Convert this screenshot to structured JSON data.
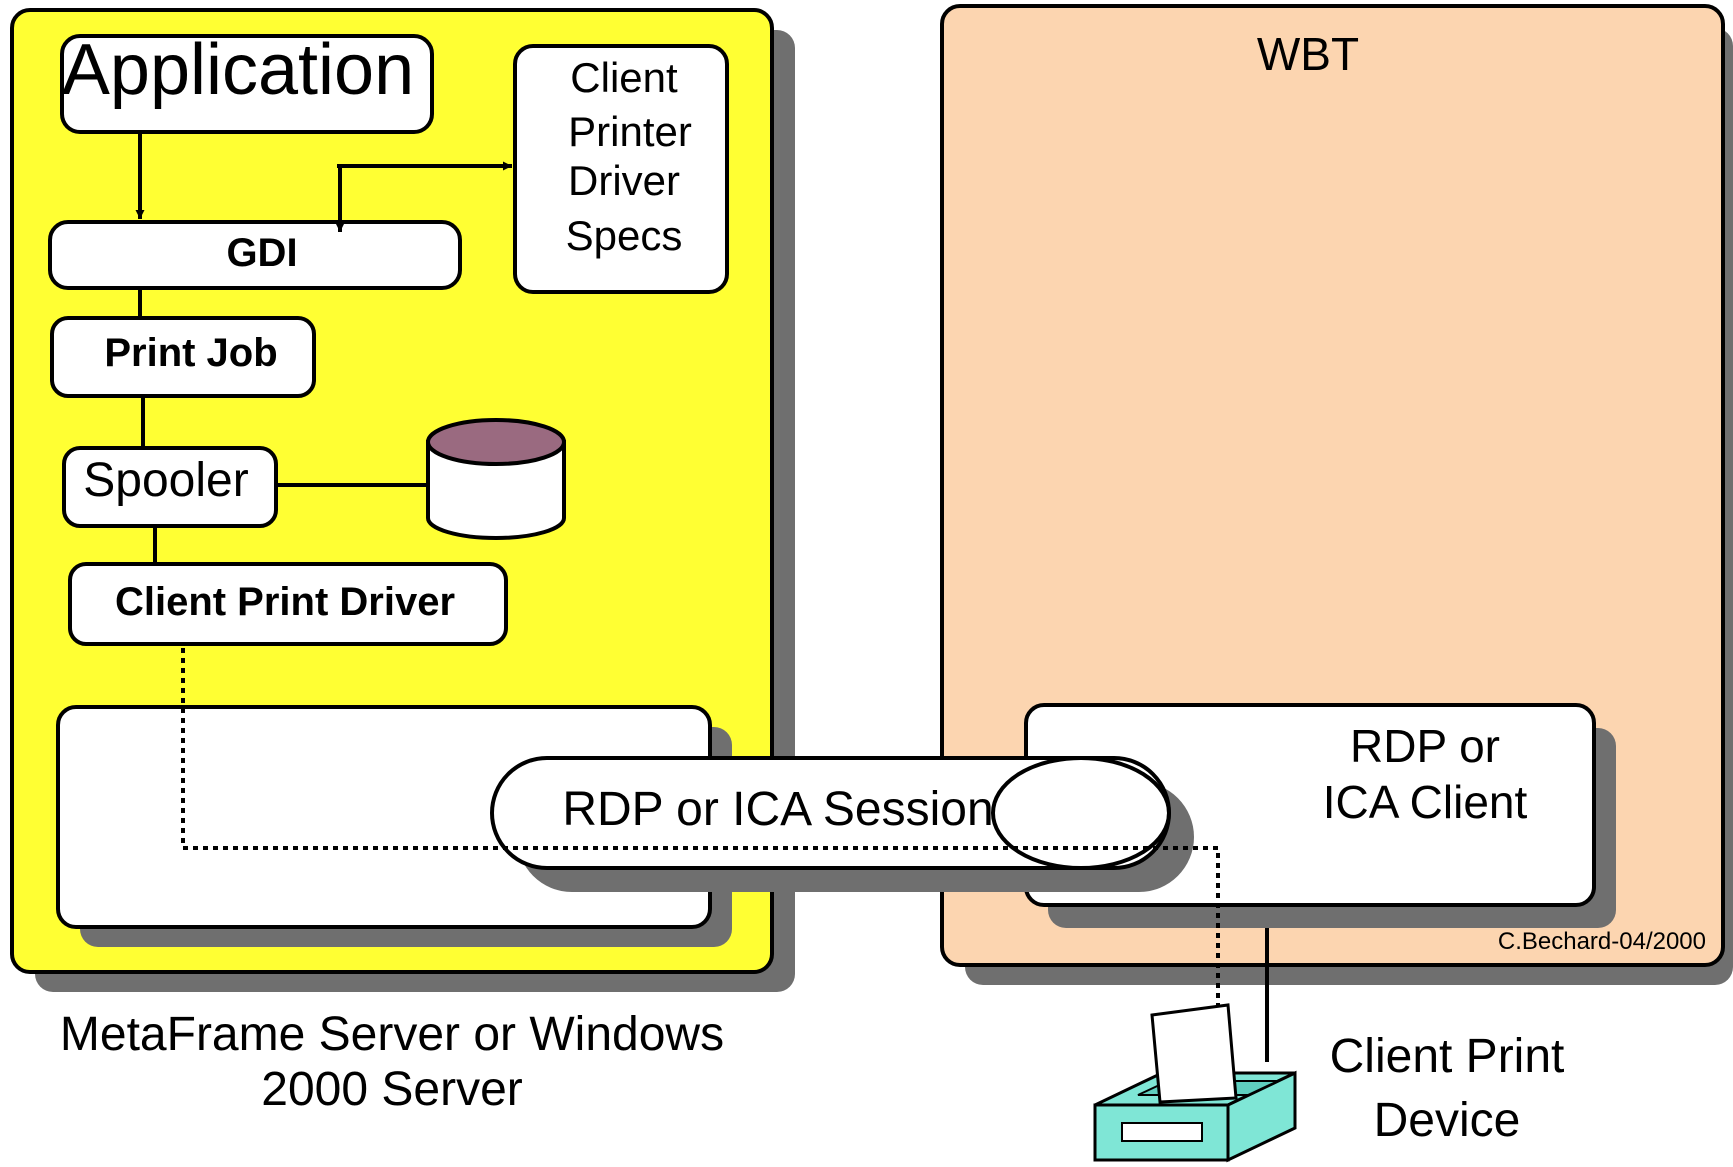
{
  "server_panel": {
    "caption_line1": "MetaFrame Server or Windows",
    "caption_line2": "2000 Server",
    "fill_color": "#ffff33"
  },
  "wbt_panel": {
    "title": "WBT",
    "fill_color": "#fcd5b0"
  },
  "boxes": {
    "application": "Application",
    "gdi": "GDI",
    "print_job": "Print Job",
    "spooler": "Spooler",
    "client_print_driver": "Client Print Driver",
    "driver_specs": [
      "Client",
      "Printer",
      "Driver",
      "Specs"
    ],
    "rdp_client": [
      "RDP or",
      "ICA Client"
    ]
  },
  "session": {
    "label": "RDP or ICA Session"
  },
  "print_device": {
    "label_line1": "Client Print",
    "label_line2": "Device"
  },
  "credit": "C.Bechard-04/2000",
  "colors": {
    "shadow": "#6f6f6f",
    "database_top": "#9a6a80",
    "printer": "#7fe6d6"
  },
  "icons": {
    "database": "database-cylinder-icon",
    "printer": "printer-icon"
  }
}
